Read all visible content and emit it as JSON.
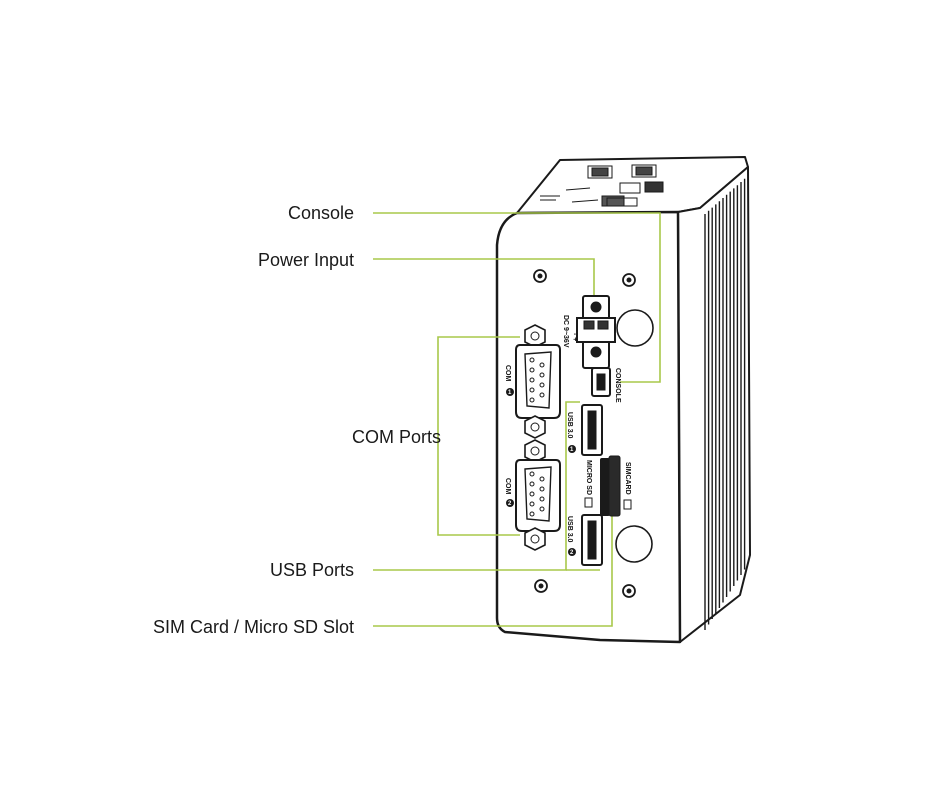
{
  "callouts": {
    "console": "Console",
    "power_input": "Power Input",
    "com_ports": "COM Ports",
    "usb_ports": "USB Ports",
    "sim_micro_sd": "SIM Card / Micro SD Slot"
  },
  "port_labels": {
    "dc": "DC 9~36V",
    "plus_minus": "- +",
    "console": "CONSOLE",
    "com1": "COM",
    "com1_num": "1",
    "com2": "COM",
    "com2_num": "2",
    "usb1": "USB 3.0",
    "usb1_num": "1",
    "usb2": "USB 3.0",
    "usb2_num": "2",
    "micro_sd": "MICRO SD",
    "simcard": "SIMCARD"
  },
  "colors": {
    "leader_line": "#a8c84a",
    "outline": "#1a1a1a",
    "text": "#1a1a1a"
  }
}
